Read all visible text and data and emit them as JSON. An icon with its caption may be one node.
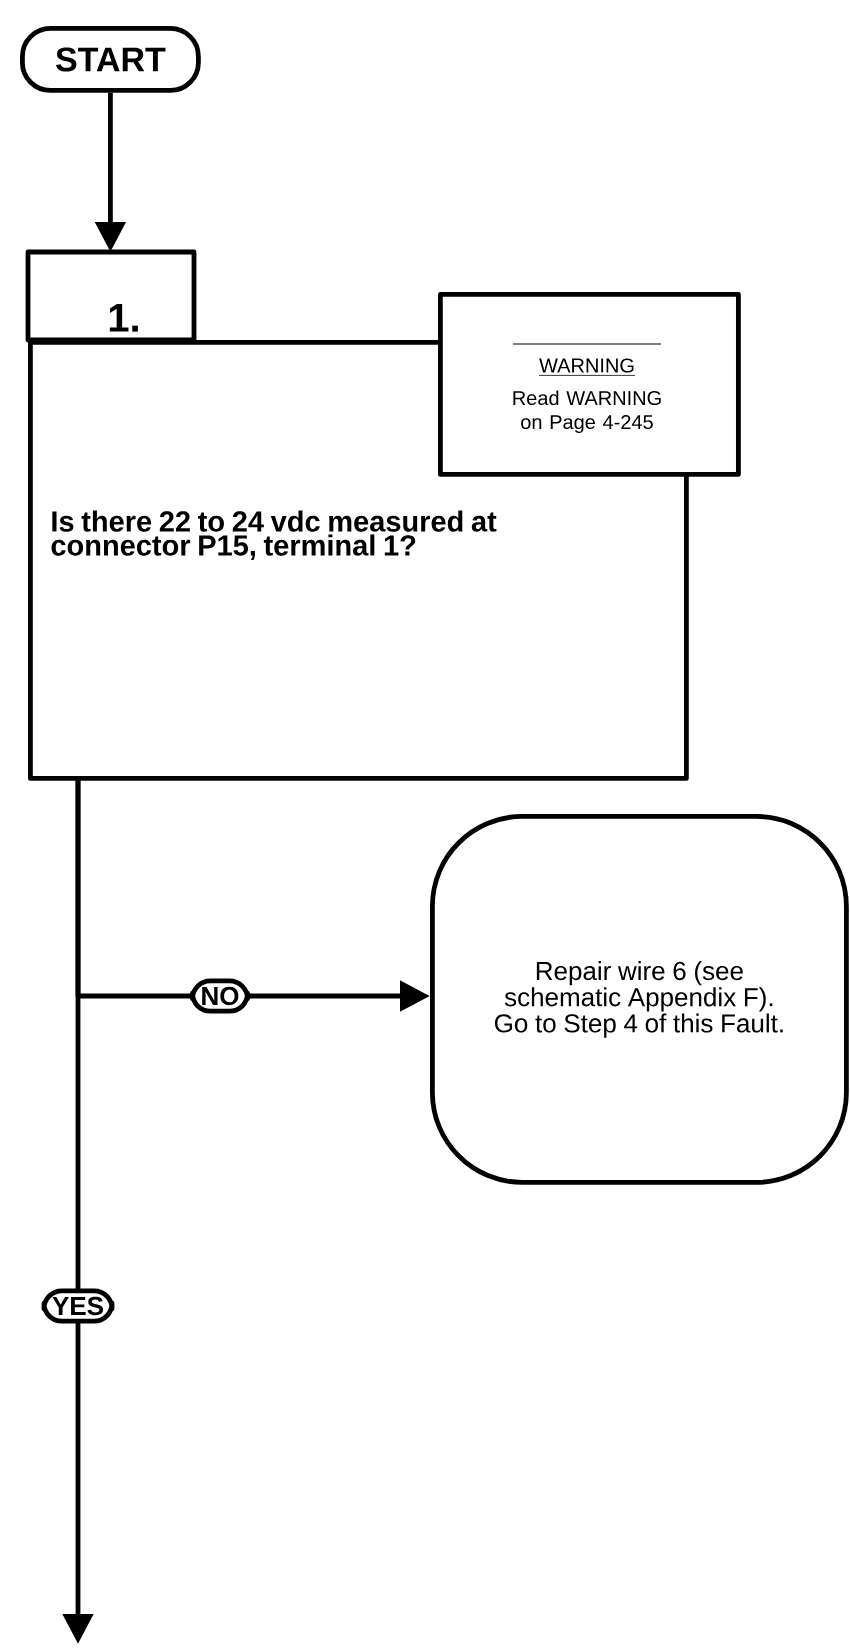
{
  "diagram": {
    "nodes": [
      {
        "text": [
          "START"
        ]
      },
      {
        "text": [
          "1.",
          "Is there 22 to 24 vdc measured at connector P15, terminal 1?"
        ]
      },
      {
        "text": [
          "WARNING",
          "Read WARNING on Page 4-245"
        ]
      },
      {
        "text": [
          "Repair wire 6 (see schematic Appendix F).  Go to Step 4 of this Fault."
        ]
      }
    ],
    "edges": [
      {
        "from": 0,
        "to": 1,
        "arrow": "to"
      },
      {
        "from": 1,
        "to": 3,
        "arrow": "to",
        "label": "NO"
      },
      {
        "from": 1,
        "to": null,
        "arrow": "to",
        "label": "YES"
      }
    ]
  }
}
